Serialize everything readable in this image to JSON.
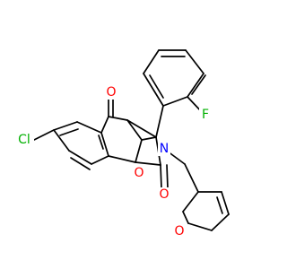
{
  "molecule": {
    "atoms": {
      "cl": "Cl",
      "f": "F",
      "o_top": "O",
      "o_ring": "O",
      "o_lactam": "O",
      "n": "N",
      "o_furan": "O"
    },
    "colors": {
      "bond": "#000000",
      "chlorine": "#00b000",
      "fluorine": "#00b000",
      "oxygen": "#ff0000",
      "nitrogen": "#0000ff"
    }
  }
}
